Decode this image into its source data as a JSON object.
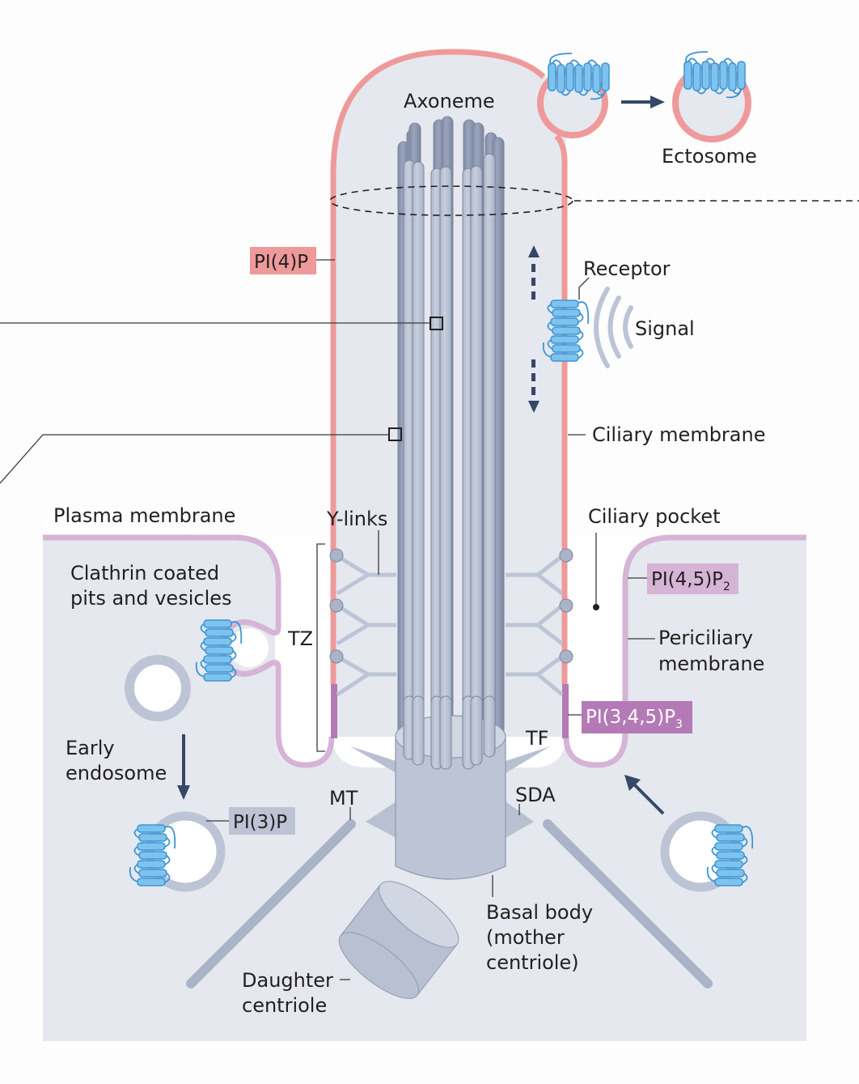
{
  "labels": {
    "axoneme": "Axoneme",
    "ectosome": "Ectosome",
    "receptor": "Receptor",
    "signal": "Signal",
    "ciliary_membrane": "Ciliary membrane",
    "plasma_membrane": "Plasma membrane",
    "y_links": "Y-links",
    "ciliary_pocket": "Ciliary pocket",
    "clathrin_line1": "Clathrin coated",
    "clathrin_line2": "pits and vesicles",
    "tz": "TZ",
    "periciliary_line1": "Periciliary",
    "periciliary_line2": "membrane",
    "early_endosome_line1": "Early",
    "early_endosome_line2": "endosome",
    "tf": "TF",
    "mt": "MT",
    "sda": "SDA",
    "basal_body_line1": "Basal body",
    "basal_body_line2": "(mother",
    "basal_body_line3": "centriole)",
    "daughter_line1": "Daughter",
    "daughter_line2": "centriole"
  },
  "lipid_tags": {
    "pi4p": {
      "text": "PI(4)P",
      "color": "#ef9a9a"
    },
    "pi45p2": {
      "text": "PI(4,5)P",
      "sub": "2",
      "color": "#d6b4d6"
    },
    "pi345p3": {
      "text": "PI(3,4,5)P",
      "sub": "3",
      "color": "#b37ab5"
    },
    "pi3p": {
      "text": "PI(3)P",
      "color": "#bdc3d4"
    }
  },
  "colors": {
    "cilium_membrane": "#ef9a9a",
    "plasma_membrane": "#d6b4d6",
    "tz_membrane": "#b37ab5",
    "cytoplasm": "#e5e8ee",
    "microtubule_light": "#bcc4d6",
    "microtubule_dark": "#8e99b2",
    "receptor": "#5aaee4",
    "arrow": "#354866"
  }
}
